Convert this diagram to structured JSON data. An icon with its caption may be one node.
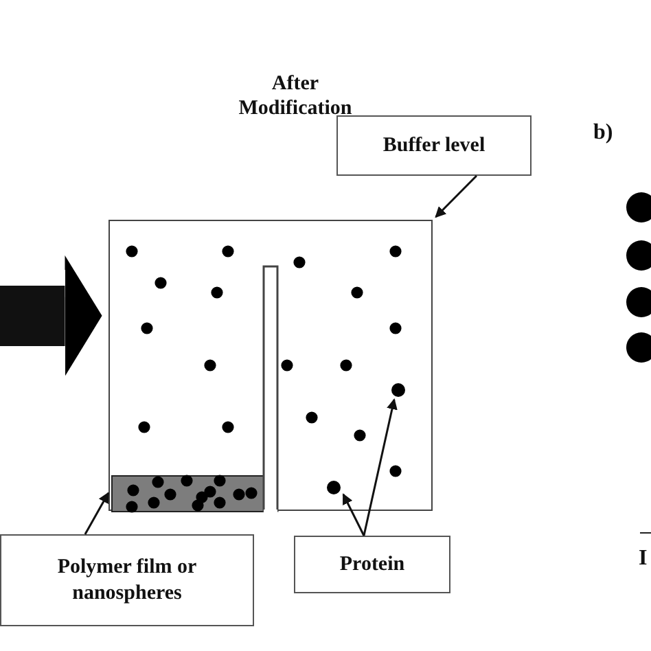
{
  "diagram": {
    "title": "After Modification",
    "nodes": [
      {
        "text": [
          "Buffer level"
        ]
      },
      {
        "text": [],
        "shape": "box"
      },
      {
        "text": [],
        "shape": "bar",
        "in": 1
      },
      {
        "text": [
          "Polymer film or nanospheres"
        ]
      },
      {
        "text": [
          "Protein"
        ]
      },
      {
        "text": [],
        "shape": "circle",
        "in": 1
      },
      {
        "text": [],
        "shape": "circle",
        "in": 1
      }
    ],
    "edges": [
      {
        "from": 0,
        "to": 1,
        "arrow": "to"
      },
      {
        "from": 3,
        "to": 2,
        "arrow": "to"
      },
      {
        "from": 4,
        "to": 5,
        "arrow": "to"
      },
      {
        "from": 4,
        "to": 6,
        "arrow": "to"
      },
      {
        "from": null,
        "to": 1,
        "arrow": "to",
        "style": "thick"
      }
    ],
    "labels": [
      "b)",
      "I"
    ]
  }
}
